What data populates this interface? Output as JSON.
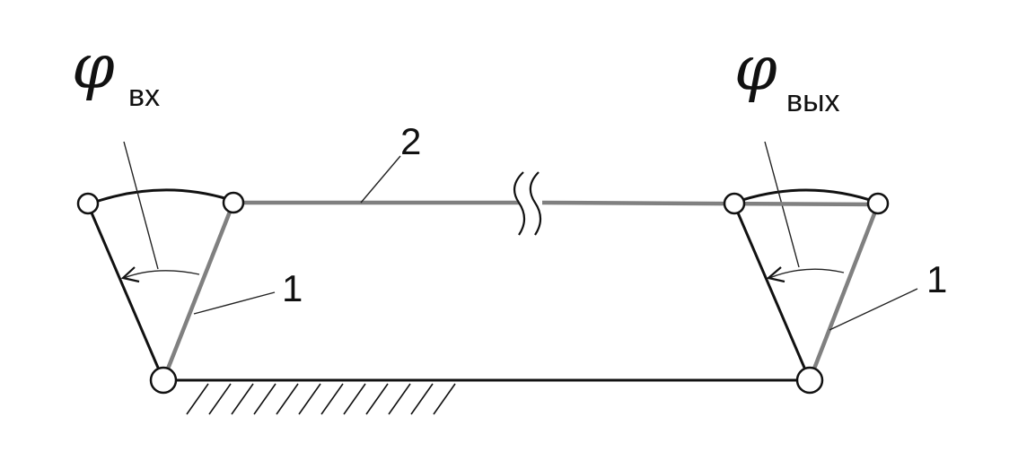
{
  "labels": {
    "phi_symbol": "φ",
    "input_subscript": "вх",
    "output_subscript": "вых",
    "crank_label": "1",
    "coupler_label": "2"
  },
  "colors": {
    "ink": "#111111",
    "link_grey": "#808080",
    "thin_line": "#222222",
    "background": "#ffffff"
  },
  "parts": {
    "ground": "fixed base with hatching",
    "input_crank": "link 1 (left)",
    "coupler": "link 2 with break mark",
    "output_crank": "link 1 (right)"
  }
}
